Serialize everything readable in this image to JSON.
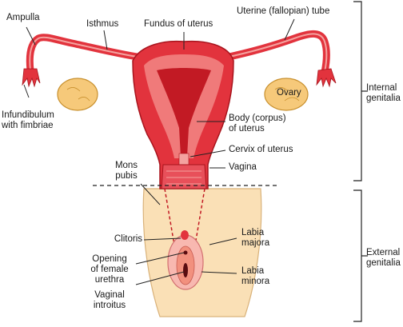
{
  "labels": {
    "ampulla": "Ampulla",
    "isthmus": "Isthmus",
    "fundus": "Fundus of uterus",
    "tube": "Uterine (fallopian) tube",
    "infundibulum": "Infundibulum\nwith fimbriae",
    "ovary": "Ovary",
    "body": "Body (corpus)\nof uterus",
    "cervix": "Cervix of uterus",
    "vagina": "Vagina",
    "mons": "Mons\npubis",
    "clitoris": "Clitoris",
    "urethra": "Opening\nof female\nurethra",
    "introitus": "Vaginal\nintroitus",
    "labia_majora": "Labia\nmajora",
    "labia_minora": "Labia\nminora",
    "internal": "Internal\ngenitalia",
    "external": "External\ngenitalia"
  },
  "colors": {
    "tissue": "#e2333d",
    "tissue_dark": "#a8141d",
    "tissue_light": "#f4a29f",
    "ovary": "#f6c97a",
    "skin": "#fae0b6",
    "skin_edge": "#d9b27a",
    "labia": "#f8b8b0",
    "line": "#222222"
  }
}
